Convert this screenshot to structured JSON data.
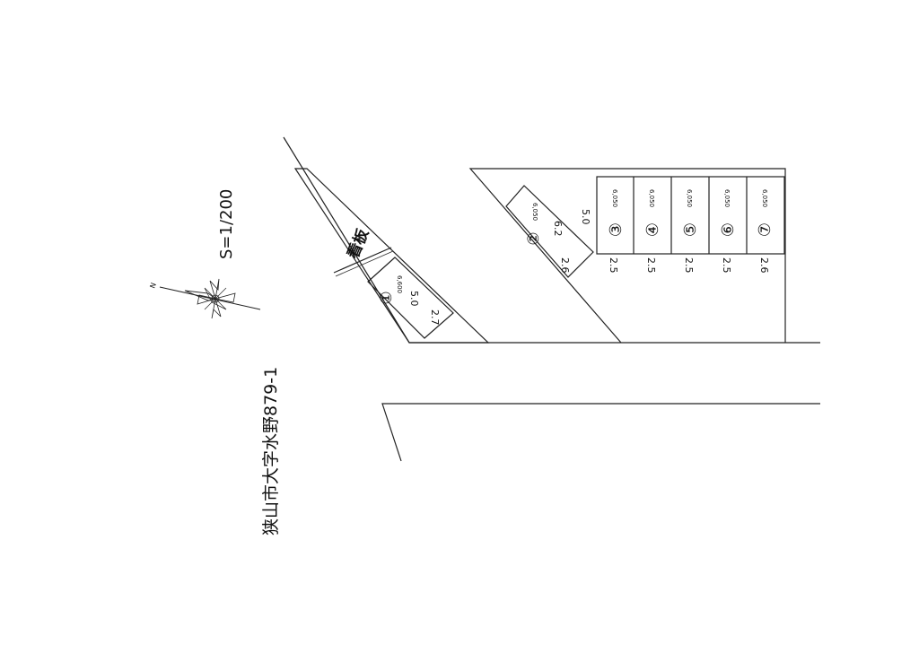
{
  "address": "狭山市大字水野879-1",
  "scale": "S=1/200",
  "north_label": "N",
  "sign_label": "看板",
  "spaces": [
    {
      "number": "①",
      "length": "6,600",
      "width_top": "5.0",
      "width_bottom": "2.7"
    },
    {
      "number": "②",
      "length": "6,050",
      "width_top": "6.2",
      "width_bottom": "2.6"
    },
    {
      "number": "③",
      "length": "6,050",
      "width": "2.5"
    },
    {
      "number": "④",
      "length": "6,050",
      "width": "2.5"
    },
    {
      "number": "⑤",
      "length": "6,050",
      "width": "2.5"
    },
    {
      "number": "⑥",
      "length": "6,050",
      "width": "2.5"
    },
    {
      "number": "⑦",
      "length": "6,050",
      "width": "2.6"
    }
  ],
  "aisle_width": "5.0"
}
